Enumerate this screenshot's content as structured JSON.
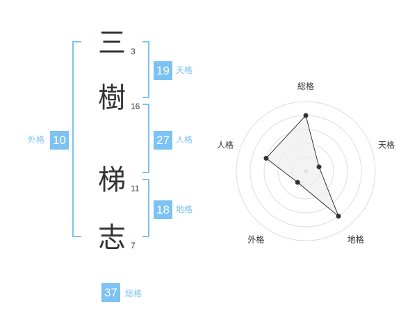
{
  "name": {
    "characters": [
      {
        "char": "三",
        "strokes": "3"
      },
      {
        "char": "樹",
        "strokes": "16"
      },
      {
        "char": "梯",
        "strokes": "11"
      },
      {
        "char": "志",
        "strokes": "7"
      }
    ]
  },
  "kaku": {
    "tenkaku": {
      "value": "19",
      "label": "天格"
    },
    "jinkaku": {
      "value": "27",
      "label": "人格"
    },
    "chikaku": {
      "value": "18",
      "label": "地格"
    },
    "gaikaku": {
      "value": "10",
      "label": "外格"
    },
    "soukaku": {
      "value": "37",
      "label": "総格"
    }
  },
  "colors": {
    "accent": "#7cc2f2",
    "radar_fill": "#eeeeee",
    "ring": "#dddddd",
    "point": "#333333"
  },
  "chart_data": {
    "type": "radar",
    "axes": [
      "総格",
      "天格",
      "地格",
      "外格",
      "人格"
    ],
    "values": [
      4,
      1,
      4,
      1,
      3
    ],
    "max": 5,
    "rings": 5
  }
}
